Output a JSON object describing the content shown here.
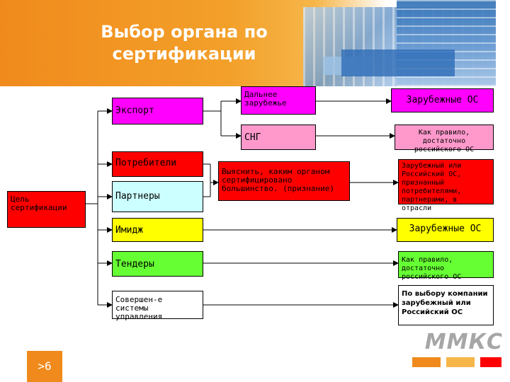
{
  "slide": {
    "title": "Выбор органа по сертификации",
    "slide_label": ">6",
    "logo_text": "ММКС"
  },
  "boxes": {
    "export": "Экспорт",
    "far_abroad": "Дальнее зарубежье",
    "foreign_os_1": "Зарубежные ОС",
    "cis": "СНГ",
    "as_rule_1": "Как правило, достаточно российского ОС",
    "consumers": "Потребители",
    "partners": "Партнеры",
    "find_out": "Выяснить, каким органом сертифицировано большинство. (признание)",
    "foreign_or_russian": "Зарубежный или Российский ОС, признанный потребителями, партнерами, в отрасли",
    "goal": "Цель сертификации",
    "image": "Имидж",
    "foreign_os_2": "Зарубежные ОС",
    "tenders": "Тендеры",
    "as_rule_2": "Как правило, достаточно российского ОС",
    "mgmt_systems": "Совершен-е системы управления",
    "company_choice": "По выбору компании зарубежный или Российский ОС"
  },
  "colors": {
    "orange": "#f08a1c",
    "magenta": "#ff00ff",
    "pink": "#ff99cc",
    "red": "#ff0000",
    "cyan": "#ccffff",
    "yellow": "#ffff00",
    "green": "#66ff33",
    "logo_gray": "#a6a6a6"
  }
}
